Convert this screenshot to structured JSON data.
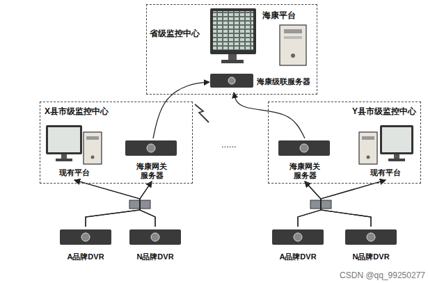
{
  "diagram": {
    "nodes": [
      {
        "text": [
          "省级监控中心"
        ]
      },
      {
        "text": [
          "海康平台"
        ],
        "in": 0
      },
      {
        "text": [
          "海康级联服务器"
        ],
        "in": 0
      },
      {
        "text": [
          "X县市级监控中心"
        ]
      },
      {
        "text": [
          "现有平台"
        ],
        "in": 3
      },
      {
        "text": [
          "海康网关服务器"
        ],
        "in": 3
      },
      {
        "text": [
          "Y县市级监控中心"
        ]
      },
      {
        "text": [
          "海康网关服务器"
        ],
        "in": 6
      },
      {
        "text": [
          "现有平台"
        ],
        "in": 6
      },
      {
        "text": [
          "A品牌DVR"
        ]
      },
      {
        "text": [
          "N品牌DVR"
        ]
      },
      {
        "text": [
          "A品牌DVR"
        ]
      },
      {
        "text": [
          "N品牌DVR"
        ]
      }
    ],
    "edges": [
      {
        "from": 5,
        "to": 2,
        "arrow": "to"
      },
      {
        "from": 7,
        "to": 2,
        "arrow": "to"
      },
      {
        "from": 9,
        "to": 5,
        "arrow": "to"
      },
      {
        "from": 10,
        "to": 5,
        "arrow": "to"
      },
      {
        "from": 9,
        "to": 4,
        "arrow": "to"
      },
      {
        "from": 10,
        "to": 4,
        "arrow": "to"
      },
      {
        "from": 11,
        "to": 7,
        "arrow": "to"
      },
      {
        "from": 12,
        "to": 7,
        "arrow": "to"
      },
      {
        "from": 11,
        "to": 8,
        "arrow": "to"
      },
      {
        "from": 12,
        "to": 8,
        "arrow": "to"
      }
    ],
    "labels": [
      "......",
      "CSDN @qq_99250277"
    ]
  }
}
